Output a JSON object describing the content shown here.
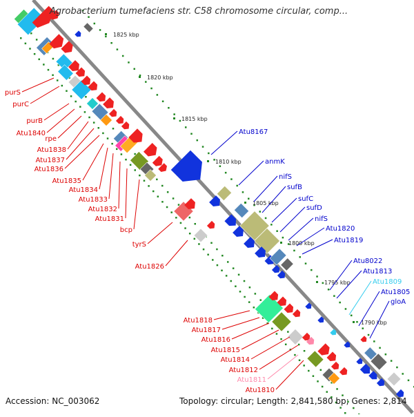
{
  "header": {
    "title": "Agrobacterium tumefaciens str. C58 chromosome circular, comp..."
  },
  "footer": {
    "accession": "Accession: NC_003062",
    "summary": "Topology: circular; Length: 2,841,580 bp; Genes: 2,814"
  },
  "ticks": [
    "1825 kbp",
    "1820 kbp",
    "1815 kbp",
    "1810 kbp",
    "1805 kbp",
    "1800 kbp",
    "1795 kbp",
    "1790 kbp"
  ],
  "labels": {
    "left_upper": [
      "purS",
      "purC",
      "purB",
      "Atu1840",
      "rpe",
      "Atu1838",
      "Atu1837",
      "Atu1836",
      "Atu1835",
      "Atu1834",
      "Atu1833",
      "Atu1832",
      "Atu1831",
      "bcp",
      "tyrS",
      "Atu1826"
    ],
    "left_lower": [
      "Atu1818",
      "Atu1817",
      "Atu1816",
      "Atu1815",
      "Atu1814",
      "Atu1812",
      "Atu1811",
      "Atu1810"
    ],
    "right": [
      "Atu8167",
      "anmK",
      "nifS",
      "sufB",
      "sufC",
      "sufD",
      "nifS",
      "Atu1820",
      "Atu1819",
      "Atu8022",
      "Atu1813",
      "Atu1809",
      "Atu1805",
      "gloA"
    ]
  },
  "colors": {
    "forward_label": "#dd0000",
    "reverse_label": "#0000cc",
    "rna_label_pink": "#ff88aa",
    "rna_label_cyan": "#33ccee",
    "backbone": "#888888",
    "tick_dots": "#228822"
  }
}
